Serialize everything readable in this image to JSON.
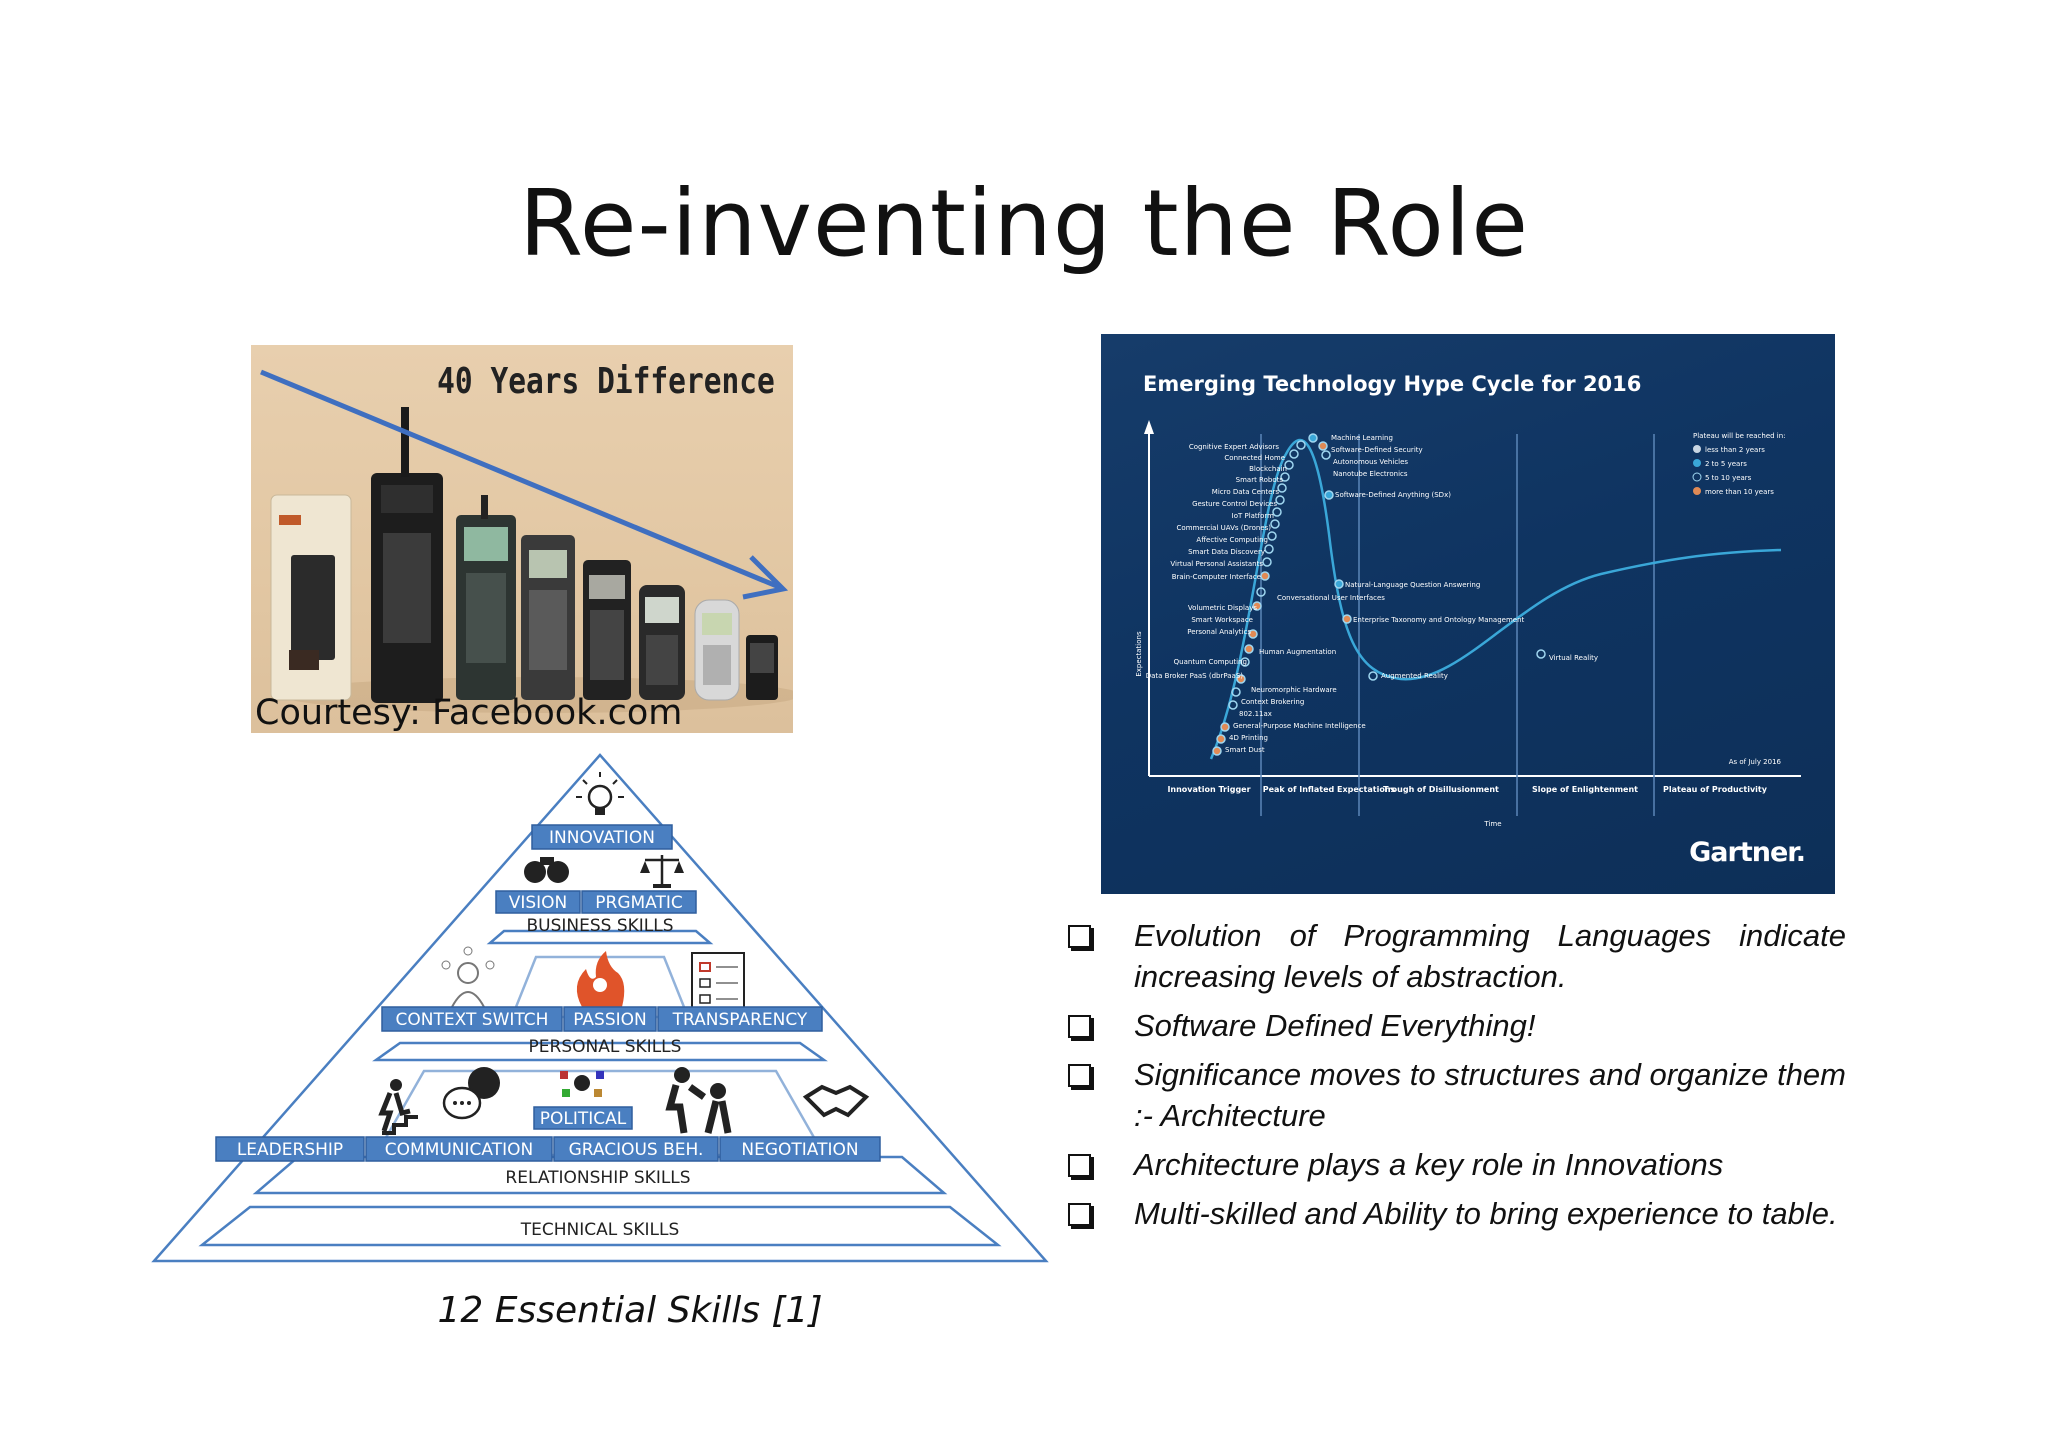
{
  "slide": {
    "title": "Re-inventing the Role"
  },
  "phones_image": {
    "header": "40 Years Difference",
    "caption": "Courtesy: Facebook.com"
  },
  "pyramid": {
    "caption": "12 Essential Skills [1]",
    "top": {
      "label": "INNOVATION"
    },
    "business": {
      "skills": [
        "VISION",
        "PRGMATIC"
      ],
      "label": "BUSINESS SKILLS"
    },
    "personal": {
      "skills": [
        "CONTEXT SWITCH",
        "PASSION",
        "TRANSPARENCY"
      ],
      "label": "PERSONAL SKILLS"
    },
    "relationship": {
      "political": "POLITICAL",
      "skills": [
        "LEADERSHIP",
        "COMMUNICATION",
        "GRACIOUS BEH.",
        "NEGOTIATION"
      ],
      "label": "RELATIONSHIP SKILLS"
    },
    "technical": {
      "label": "TECHNICAL SKILLS"
    }
  },
  "hype_cycle": {
    "title": "Emerging Technology Hype Cycle for 2016",
    "brand": "Gartner.",
    "y_axis": "Expectations",
    "x_axis": "Time",
    "as_of": "As of July 2016",
    "phases": [
      "Innovation Trigger",
      "Peak of Inflated Expectations",
      "Trough of Disillusionment",
      "Slope of Enlightenment",
      "Plateau of Productivity"
    ],
    "legend_title": "Plateau will be reached in:",
    "legend": [
      "less than 2 years",
      "2 to 5 years",
      "5 to 10 years",
      "more than 10 years"
    ],
    "left_labels": [
      "Cognitive Expert Advisors",
      "Connected Home",
      "Blockchain",
      "Smart Robots",
      "Micro Data Centers",
      "Gesture Control Devices",
      "IoT Platform",
      "Commercial UAVs (Drones)",
      "Affective Computing",
      "Smart Data Discovery",
      "Virtual Personal Assistants",
      "Brain-Computer Interface",
      "Volumetric Displays",
      "Smart Workspace",
      "Personal Analytics",
      "Quantum Computing",
      "Data Broker PaaS (dbrPaaS)",
      "Neuromorphic Hardware",
      "Context Brokering",
      "802.11ax",
      "General-Purpose Machine Intelligence",
      "4D Printing",
      "Smart Dust"
    ],
    "right_labels": [
      "Machine Learning",
      "Software-Defined Security",
      "Autonomous Vehicles",
      "Nanotube Electronics",
      "Software-Defined Anything (SDx)",
      "Natural-Language Question Answering",
      "Enterprise Taxonomy and Ontology Management",
      "Augmented Reality",
      "Virtual Reality",
      "Conversational User Interfaces",
      "Human Augmentation"
    ]
  },
  "bullets": [
    "Evolution of Programming Languages indicate increasing levels of abstraction.",
    "Software Defined Everything!",
    "Significance moves to structures and organize them :- Architecture",
    "Architecture plays a key role in Innovations",
    "Multi-skilled and Ability to bring experience to table."
  ],
  "colors": {
    "pyramid_blue": "#4a7fc1",
    "hype_bg": "#0f3461",
    "arrow": "#3f6fc0"
  }
}
